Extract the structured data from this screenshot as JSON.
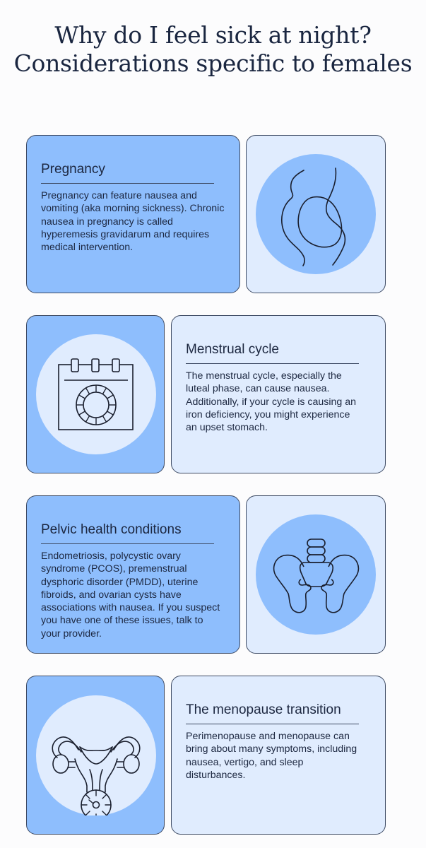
{
  "title": "Why do I feel sick at night? Considerations specific to females",
  "sections": [
    {
      "heading": "Pregnancy",
      "body": "Pregnancy can feature nausea and vomiting (aka morning sickness). Chronic nausea in pregnancy is called hyperemesis gravidarum and requires medical intervention.",
      "icon": "pregnancy-silhouette-icon"
    },
    {
      "heading": "Menstrual cycle",
      "body": "The menstrual cycle, especially the luteal phase, can cause nausea. Additionally, if your cycle is causing an iron deficiency, you might experience an upset stomach.",
      "icon": "calendar-cycle-icon"
    },
    {
      "heading": "Pelvic health conditions",
      "body": "Endometriosis, polycystic ovary syndrome (PCOS), premenstrual dysphoric disorder (PMDD), uterine fibroids, and ovarian cysts have associations with nausea. If you suspect you have one of these issues, talk to your provider.",
      "icon": "pelvis-icon"
    },
    {
      "heading": "The menopause transition",
      "body": "Perimenopause and menopause can bring about many symptoms, including nausea, vertigo, and sleep disturbances.",
      "icon": "uterus-icon"
    }
  ],
  "colors": {
    "dark_card": "#8ebefd",
    "light_card": "#e0ecfe",
    "border": "#3d4a63",
    "text": "#1c2740"
  }
}
